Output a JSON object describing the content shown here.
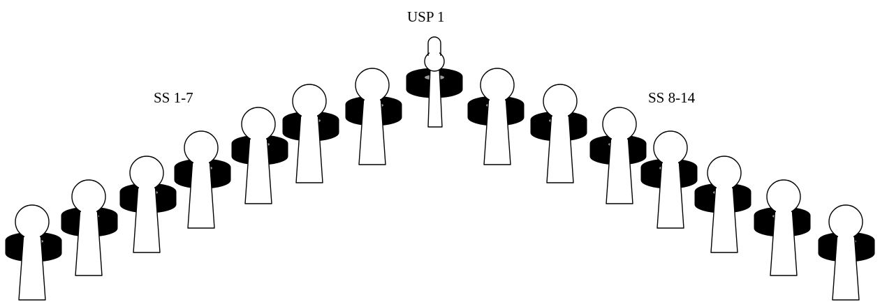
{
  "labels": {
    "left_group": "SS 1-7",
    "top_unit": "USP 1",
    "right_group": "SS 8-14"
  },
  "units": {
    "left_count": 7,
    "right_count": 7,
    "center_count": 1
  },
  "colors": {
    "stroke": "#000000",
    "body_fill": "#ffffff",
    "base_fill": "#000000",
    "base_highlight": "#9a9a9a"
  }
}
